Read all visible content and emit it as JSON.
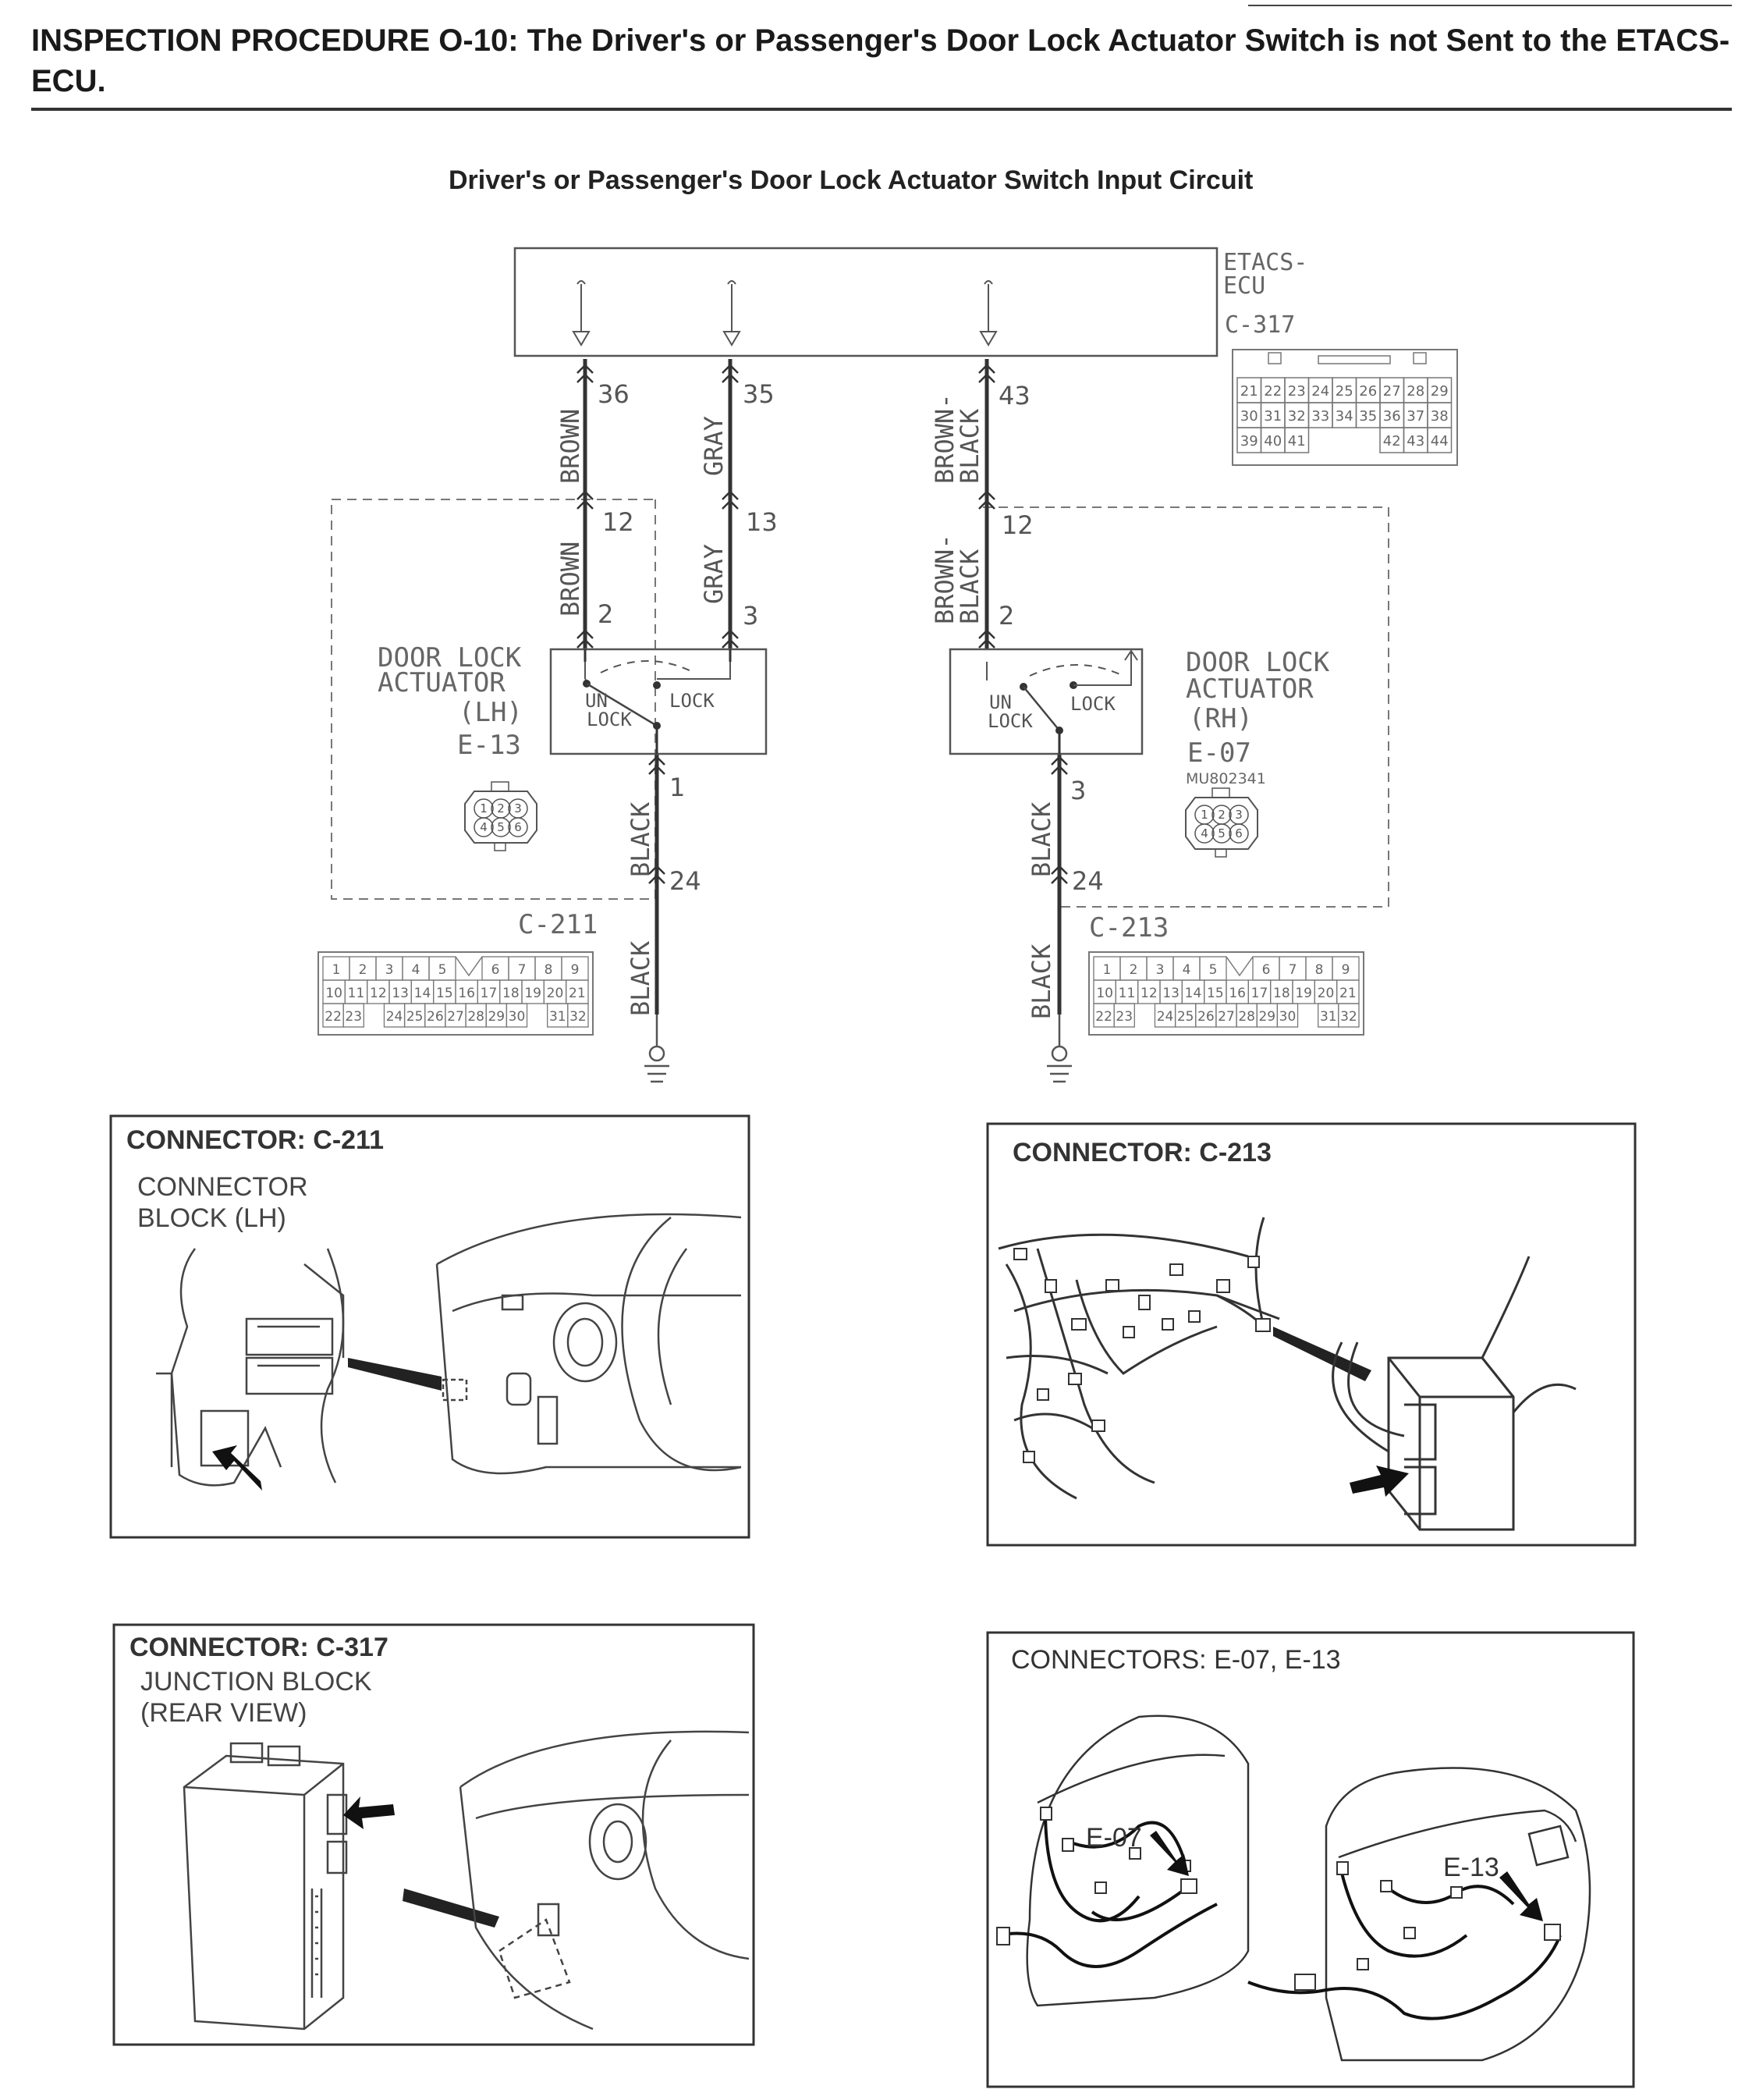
{
  "header": {
    "title": "INSPECTION PROCEDURE O-10: The Driver's or Passenger's Door Lock Actuator Switch is not Sent to the ETACS-ECU."
  },
  "diagram": {
    "caption": "Driver's or Passenger's Door Lock Actuator Switch Input Circuit",
    "ecu": {
      "name_line1": "ETACS-",
      "name_line2": "ECU",
      "connector": "C-317",
      "pinout_rows": [
        [
          "21",
          "22",
          "23",
          "24",
          "25",
          "26",
          "27",
          "28",
          "29"
        ],
        [
          "30",
          "31",
          "32",
          "33",
          "34",
          "35",
          "36",
          "37",
          "38"
        ],
        [
          "39",
          "40",
          "41",
          "",
          "",
          "",
          "42",
          "43",
          "44"
        ]
      ]
    },
    "wires": {
      "lh_brown": {
        "ecu_pin": "36",
        "color": "BROWN",
        "junction_pin": "12",
        "actuator_pin": "2"
      },
      "lh_gray": {
        "ecu_pin": "35",
        "color": "GRAY",
        "junction_pin": "13",
        "actuator_pin": "3"
      },
      "rh_brown_black": {
        "ecu_pin": "43",
        "color_line1": "BROWN-",
        "color_line2": "BLACK",
        "junction_pin": "12",
        "actuator_pin": "2"
      },
      "lh_ground": {
        "actuator_pin": "1",
        "color": "BLACK",
        "junction_pin": "24",
        "color_below": "BLACK"
      },
      "rh_ground": {
        "actuator_pin": "3",
        "color": "BLACK",
        "junction_pin": "24",
        "color_below": "BLACK"
      }
    },
    "actuator_lh": {
      "name_line1": "DOOR LOCK",
      "name_line2": "ACTUATOR",
      "side": "(LH)",
      "connector": "E-13",
      "unlock_line1": "UN",
      "unlock_line2": "LOCK",
      "lock": "LOCK",
      "pins_top": [
        "1",
        "2",
        "3"
      ],
      "pins_bottom": [
        "4",
        "5",
        "6"
      ]
    },
    "actuator_rh": {
      "name_line1": "DOOR LOCK",
      "name_line2": "ACTUATOR",
      "side": "(RH)",
      "connector": "E-07",
      "part_no": "MU802341",
      "unlock_line1": "UN",
      "unlock_line2": "LOCK",
      "lock": "LOCK",
      "pins_top": [
        "1",
        "2",
        "3"
      ],
      "pins_bottom": [
        "4",
        "5",
        "6"
      ]
    },
    "junction_lh": {
      "connector": "C-211",
      "pinout_rows": [
        [
          "1",
          "2",
          "3",
          "4",
          "5",
          "",
          "6",
          "7",
          "8",
          "9"
        ],
        [
          "10",
          "11",
          "12",
          "13",
          "14",
          "15",
          "16",
          "17",
          "18",
          "19",
          "20",
          "21"
        ],
        [
          "22",
          "23",
          "",
          "24",
          "25",
          "26",
          "27",
          "28",
          "29",
          "30",
          "",
          "31",
          "32"
        ]
      ]
    },
    "junction_rh": {
      "connector": "C-213",
      "pinout_rows": [
        [
          "1",
          "2",
          "3",
          "4",
          "5",
          "",
          "6",
          "7",
          "8",
          "9"
        ],
        [
          "10",
          "11",
          "12",
          "13",
          "14",
          "15",
          "16",
          "17",
          "18",
          "19",
          "20",
          "21"
        ],
        [
          "22",
          "23",
          "",
          "24",
          "25",
          "26",
          "27",
          "28",
          "29",
          "30",
          "",
          "31",
          "32"
        ]
      ]
    }
  },
  "panels": {
    "c211": {
      "title": "CONNECTOR: C-211",
      "line1": "CONNECTOR",
      "line2": "BLOCK (LH)"
    },
    "c213": {
      "title": "CONNECTOR: C-213"
    },
    "c317": {
      "title": "CONNECTOR: C-317",
      "line1": "JUNCTION BLOCK",
      "line2": "(REAR VIEW)"
    },
    "e07e13": {
      "title": "CONNECTORS: E-07, E-13",
      "label_e07": "E-07",
      "label_e13": "E-13"
    }
  }
}
